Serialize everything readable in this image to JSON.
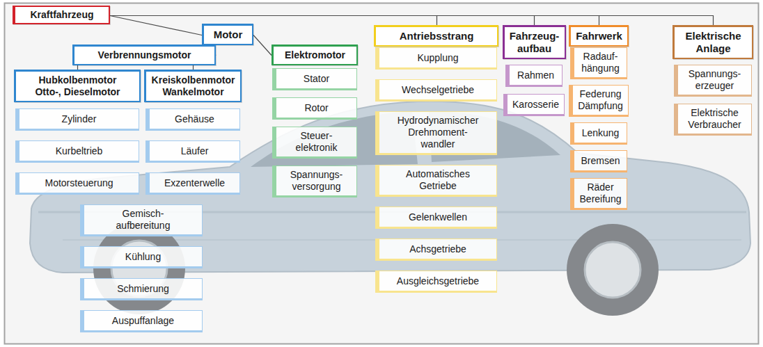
{
  "diagram": {
    "nodes": [
      {
        "text": [
          "Kraftfahrzeug"
        ]
      },
      {
        "text": [
          "Motor"
        ]
      },
      {
        "text": [
          "Antriebsstrang"
        ]
      },
      {
        "text": [
          "Fahrzeug- aufbau"
        ]
      },
      {
        "text": [
          "Fahrwerk"
        ]
      },
      {
        "text": [
          "Elektrische Anlage"
        ]
      },
      {
        "text": [
          "Verbrennungsmotor"
        ]
      },
      {
        "text": [
          "Elektromotor"
        ]
      },
      {
        "text": [
          "Hubkolbenmotor",
          "Otto-, Dieselmotor"
        ]
      },
      {
        "text": [
          "Kreiskolbenmotor",
          "Wankelmotor"
        ]
      },
      {
        "text": [
          "Zylinder"
        ]
      },
      {
        "text": [
          "Kurbeltrieb"
        ]
      },
      {
        "text": [
          "Motorsteuerung"
        ]
      },
      {
        "text": [
          "Gemisch- aufbereitung"
        ]
      },
      {
        "text": [
          "Kühlung"
        ]
      },
      {
        "text": [
          "Schmierung"
        ]
      },
      {
        "text": [
          "Auspuffanlage"
        ]
      },
      {
        "text": [
          "Gehäuse"
        ]
      },
      {
        "text": [
          "Läufer"
        ]
      },
      {
        "text": [
          "Exzenterwelle"
        ]
      },
      {
        "text": [
          "Stator"
        ]
      },
      {
        "text": [
          "Rotor"
        ]
      },
      {
        "text": [
          "Steuer- elektronik"
        ]
      },
      {
        "text": [
          "Spannungs- versorgung"
        ]
      },
      {
        "text": [
          "Kupplung"
        ]
      },
      {
        "text": [
          "Wechselgetriebe"
        ]
      },
      {
        "text": [
          "Hydrodynamischer Drehmoment- wandler"
        ]
      },
      {
        "text": [
          "Automatisches Getriebe"
        ]
      },
      {
        "text": [
          "Gelenkwellen"
        ]
      },
      {
        "text": [
          "Achsgetriebe"
        ]
      },
      {
        "text": [
          "Ausgleichsgetriebe"
        ]
      },
      {
        "text": [
          "Rahmen"
        ]
      },
      {
        "text": [
          "Karosserie"
        ]
      },
      {
        "text": [
          "Radauf- hängung"
        ]
      },
      {
        "text": [
          "Federung Dämpfung"
        ]
      },
      {
        "text": [
          "Lenkung"
        ]
      },
      {
        "text": [
          "Bremsen"
        ]
      },
      {
        "text": [
          "Räder Bereifung"
        ]
      },
      {
        "text": [
          "Spannungs- erzeuger"
        ]
      },
      {
        "text": [
          "Elektrische Verbraucher"
        ]
      }
    ],
    "edges": [
      {
        "from": 0,
        "to": 1,
        "arrow": "none"
      },
      {
        "from": 0,
        "to": 2,
        "arrow": "none"
      },
      {
        "from": 0,
        "to": 3,
        "arrow": "none"
      },
      {
        "from": 0,
        "to": 4,
        "arrow": "none"
      },
      {
        "from": 0,
        "to": 5,
        "arrow": "none"
      },
      {
        "from": 1,
        "to": 6,
        "arrow": "none"
      },
      {
        "from": 1,
        "to": 7,
        "arrow": "none"
      },
      {
        "from": 6,
        "to": 8,
        "arrow": "none"
      },
      {
        "from": 6,
        "to": 9,
        "arrow": "none"
      }
    ]
  }
}
